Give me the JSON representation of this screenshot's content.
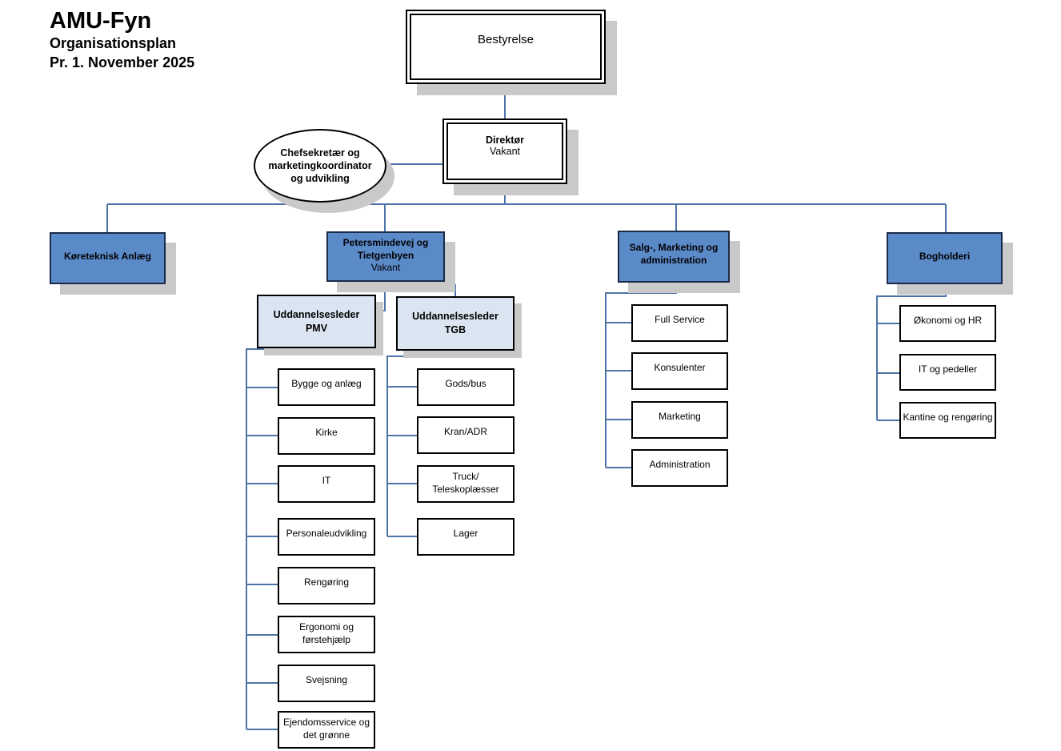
{
  "header": {
    "title": "AMU-Fyn",
    "subtitle": "Organisationsplan",
    "date_line": "Pr. 1. November 2025"
  },
  "colors": {
    "node_blue": "#5b8ac9",
    "node_light_blue": "#dbe5f1",
    "connector_blue": "#4d74a8",
    "shadow_gray": "#c9c9c9",
    "border_dark": "#1b2a49"
  },
  "nodes": {
    "bestyrelse": {
      "label": "Bestyrelse"
    },
    "direktor": {
      "title": "Direktør",
      "status": "Vakant"
    },
    "chefsekretaer": {
      "label": "Chefsekretær og\nmarketingkoordinator\nog udvikling"
    },
    "koreteknisk": {
      "label": "Køreteknisk Anlæg"
    },
    "petersmindevej": {
      "label": "Petersmindevej og\nTietgenbyen",
      "status": "Vakant"
    },
    "salg": {
      "label": "Salg-, Marketing og\nadministration"
    },
    "bogholderi": {
      "label": "Bogholderi"
    },
    "uddannelsesleder_pmv": {
      "label": "Uddannelsesleder\nPMV"
    },
    "uddannelsesleder_tgb": {
      "label": "Uddannelsesleder\nTGB"
    }
  },
  "branches": {
    "pmv": {
      "items": [
        "Bygge og anlæg",
        "Kirke",
        "IT",
        "Personaleudvikling",
        "Rengøring",
        "Ergonomi og\nførstehjælp",
        "Svejsning",
        "Ejendomsservice og\ndet grønne"
      ]
    },
    "tgb": {
      "items": [
        "Gods/bus",
        "Kran/ADR",
        "Truck/\nTeleskoplæsser",
        "Lager"
      ]
    },
    "salg": {
      "items": [
        "Full Service",
        "Konsulenter",
        "Marketing",
        "Administration"
      ]
    },
    "bogholderi": {
      "items": [
        "Økonomi og HR",
        "IT og pedeller",
        "Kantine og rengøring"
      ]
    }
  }
}
